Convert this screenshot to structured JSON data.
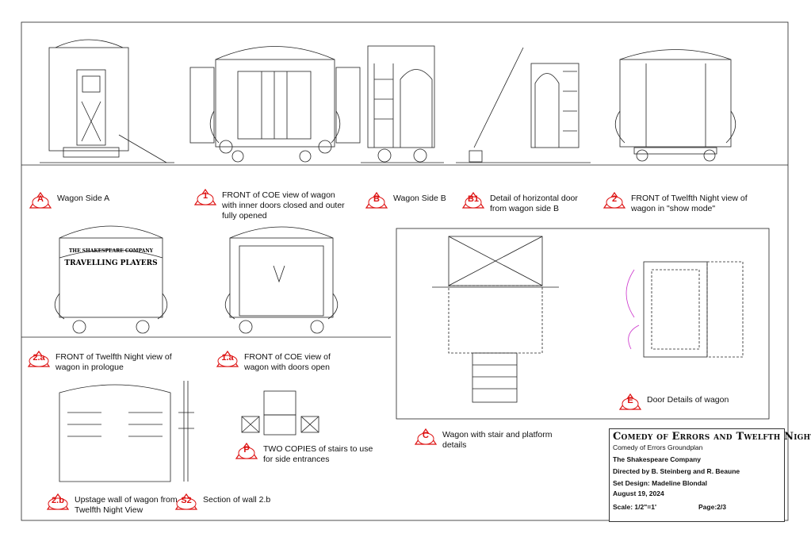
{
  "views": [
    {
      "key": "A",
      "caption": "Wagon Side A"
    },
    {
      "key": "1",
      "caption": "FRONT of COE view of wagon with inner doors closed and outer fully opened"
    },
    {
      "key": "B",
      "caption": "Wagon Side B"
    },
    {
      "key": "B1",
      "caption": "Detail of horizontal door from wagon side B"
    },
    {
      "key": "2",
      "caption": "FRONT of Twelfth Night view of wagon in \"show mode\""
    },
    {
      "key": "2.a",
      "caption": "FRONT of Twelfth Night view of wagon in prologue"
    },
    {
      "key": "1.a",
      "caption": "FRONT of COE view of wagon with doors open"
    },
    {
      "key": "E",
      "caption": "Door Details of wagon"
    },
    {
      "key": "C",
      "caption": "Wagon with stair and platform details"
    },
    {
      "key": "P",
      "caption": "TWO COPIES of stairs to use for side entrances"
    },
    {
      "key": "2.b",
      "caption": "Upstage wall of wagon from Twelfth Night View"
    },
    {
      "key": "S2",
      "caption": "Section of wall 2.b"
    }
  ],
  "banner": {
    "line1": "THE SHAKESPEARE COMPANY",
    "line2": "TRAVELLING PLAYERS"
  },
  "title_block": {
    "title": "Comedy of Errors and Twelfth Night",
    "subtitle": "Comedy of Errors Groundplan",
    "company": "The Shakespeare Company",
    "directed": "Directed by B. Steinberg and R. Beaune",
    "design": "Set Design: Madeline Blondal",
    "date": "August 19, 2024",
    "scale": "Scale:   1/2\"=1'",
    "page": "Page:2/3"
  },
  "colors": {
    "marker": "#d11111",
    "line": "#222222",
    "accent": "#cc33cc"
  }
}
